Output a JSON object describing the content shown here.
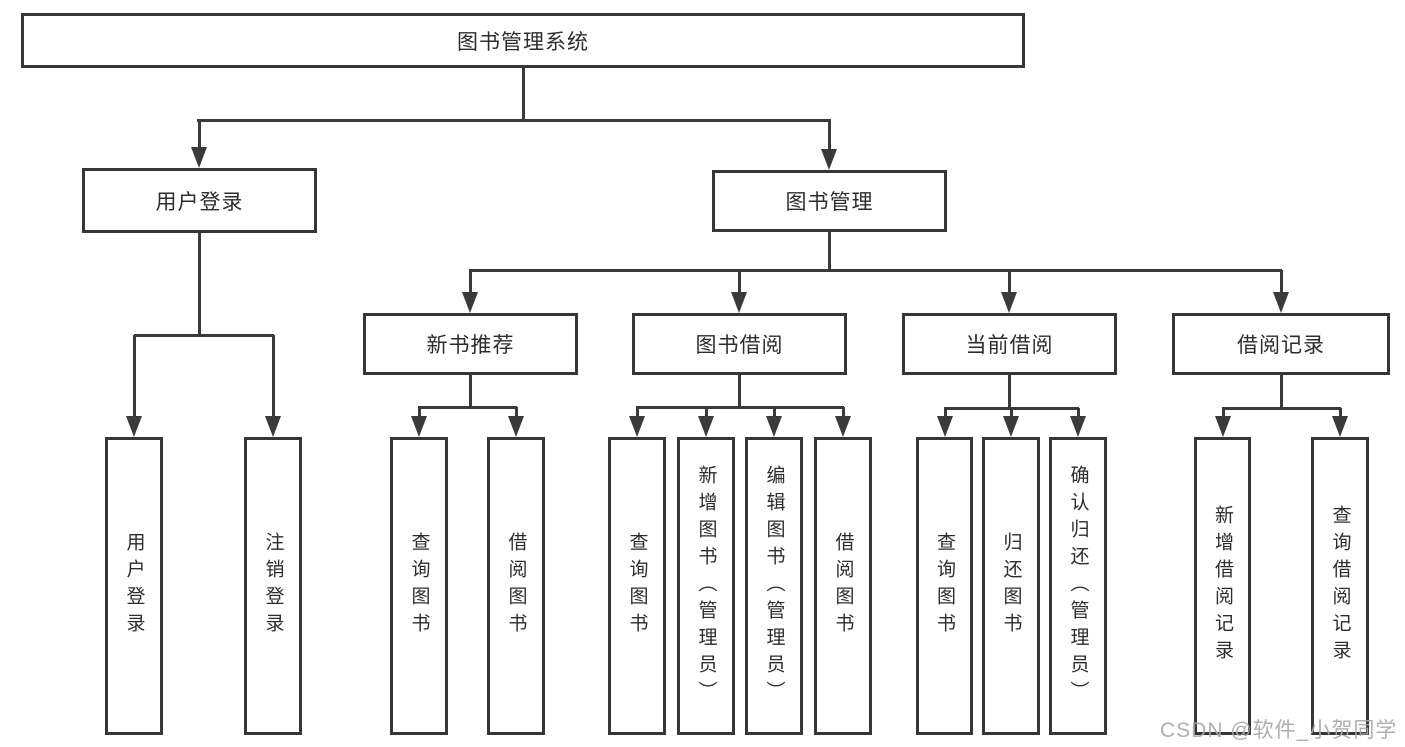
{
  "tree": {
    "root": "图书管理系统",
    "branches": [
      {
        "label": "用户登录",
        "children": [
          {
            "label": "用户登录"
          },
          {
            "label": "注销登录"
          }
        ]
      },
      {
        "label": "图书管理",
        "children": [
          {
            "label": "新书推荐",
            "children": [
              {
                "label": "查询图书"
              },
              {
                "label": "借阅图书"
              }
            ]
          },
          {
            "label": "图书借阅",
            "children": [
              {
                "label": "查询图书"
              },
              {
                "label": "新增图书（管理员）"
              },
              {
                "label": "编辑图书（管理员）"
              },
              {
                "label": "借阅图书"
              }
            ]
          },
          {
            "label": "当前借阅",
            "children": [
              {
                "label": "查询图书"
              },
              {
                "label": "归还图书"
              },
              {
                "label": "确认归还（管理员）"
              }
            ]
          },
          {
            "label": "借阅记录",
            "children": [
              {
                "label": "新增借阅记录"
              },
              {
                "label": "查询借阅记录"
              }
            ]
          }
        ]
      }
    ]
  },
  "watermark": "CSDN @软件_小贺同学",
  "colors": {
    "border": "#363636",
    "line": "#3a3a3a",
    "text": "#2d2d2d",
    "watermark": "#a8a8a8",
    "background": "#ffffff"
  }
}
